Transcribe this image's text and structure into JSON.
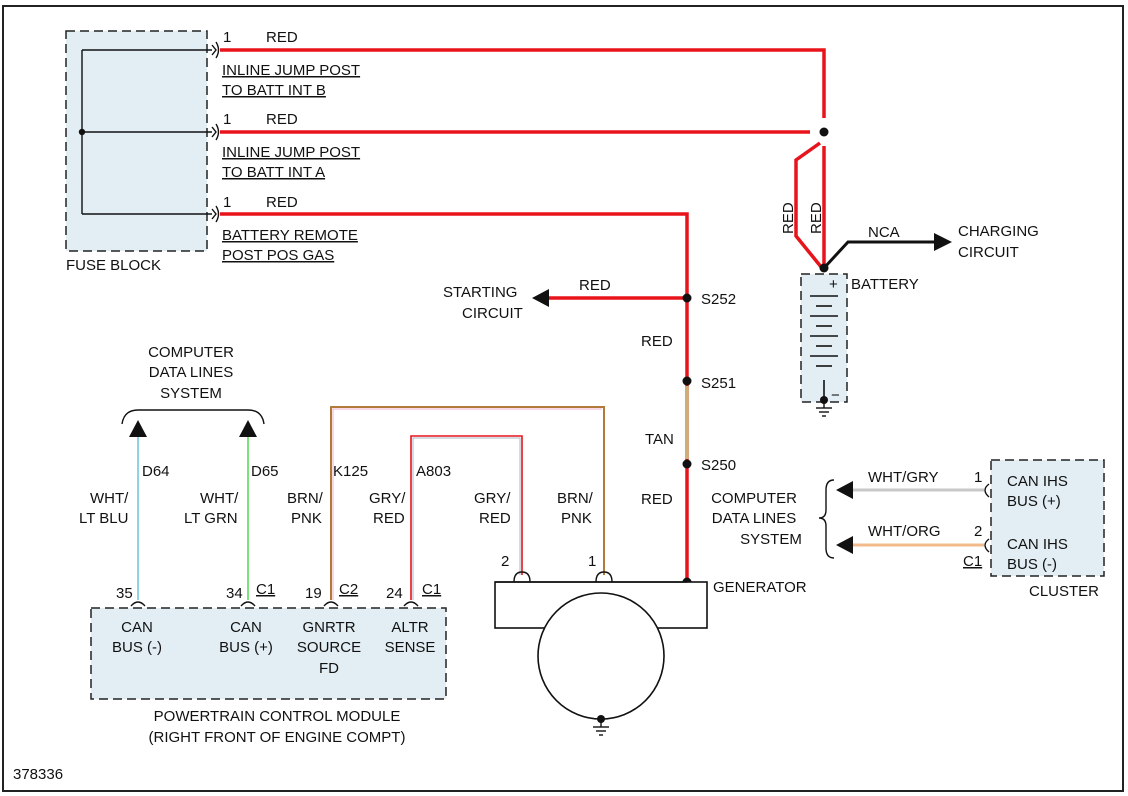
{
  "figure_id": "378336",
  "fuse_block": {
    "label": "FUSE BLOCK",
    "circuits": [
      {
        "pin": "1",
        "color": "RED",
        "line1": "INLINE JUMP POST",
        "line2": "TO BATT INT B"
      },
      {
        "pin": "1",
        "color": "RED",
        "line1": "INLINE JUMP POST",
        "line2": "TO BATT INT A"
      },
      {
        "pin": "1",
        "color": "RED",
        "line1": "BATTERY REMOTE",
        "line2": "POST POS GAS"
      }
    ]
  },
  "battery": {
    "label": "BATTERY",
    "plus": "+",
    "minus": "−",
    "wire_a": "RED",
    "wire_b": "RED"
  },
  "charging": {
    "wire": "NCA",
    "line1": "CHARGING",
    "line2": "CIRCUIT"
  },
  "starting": {
    "wire": "RED",
    "line1": "STARTING",
    "line2": "CIRCUIT"
  },
  "splices": {
    "s252": "S252",
    "s251": "S251",
    "s250": "S250",
    "seg1": "RED",
    "seg2": "TAN",
    "seg3": "RED"
  },
  "generator": {
    "label": "GENERATOR",
    "pin2": "2",
    "pin1": "1"
  },
  "data_lines_left": {
    "line1": "COMPUTER",
    "line2": "DATA LINES",
    "line3": "SYSTEM"
  },
  "data_lines_right": {
    "line1": "COMPUTER",
    "line2": "DATA LINES",
    "line3": "SYSTEM"
  },
  "wires": [
    {
      "circuit": "D64",
      "c1": "WHT/",
      "c2": "LT BLU",
      "color": "#8fd3e6"
    },
    {
      "circuit": "D65",
      "c1": "WHT/",
      "c2": "LT GRN",
      "color": "#7ee07a"
    },
    {
      "circuit": "K125",
      "c1": "BRN/",
      "c2": "PNK",
      "color": "#b07a3a"
    },
    {
      "circuit": "A803",
      "c1": "GRY/",
      "c2": "RED",
      "color": "#e8141c"
    },
    {
      "circuit": "",
      "c1": "GRY/",
      "c2": "RED",
      "color": "#e8141c"
    },
    {
      "circuit": "",
      "c1": "BRN/",
      "c2": "PNK",
      "color": "#b07a3a"
    }
  ],
  "pcm": {
    "title1": "POWERTRAIN CONTROL MODULE",
    "title2": "(RIGHT FRONT OF ENGINE COMPT)",
    "pins": [
      {
        "num": "35",
        "conn": "",
        "l1": "CAN",
        "l2": "BUS (-)",
        "l3": ""
      },
      {
        "num": "34",
        "conn": "C1",
        "l1": "CAN",
        "l2": "BUS (+)",
        "l3": ""
      },
      {
        "num": "19",
        "conn": "C2",
        "l1": "GNRTR",
        "l2": "SOURCE",
        "l3": "FD"
      },
      {
        "num": "24",
        "conn": "C1",
        "l1": "ALTR",
        "l2": "SENSE",
        "l3": ""
      }
    ]
  },
  "cluster": {
    "label": "CLUSTER",
    "conn": "C1",
    "pins": [
      {
        "num": "1",
        "wire": "WHT/GRY",
        "l1": "CAN IHS",
        "l2": "BUS (+)"
      },
      {
        "num": "2",
        "wire": "WHT/ORG",
        "l1": "CAN IHS",
        "l2": "BUS (-)"
      }
    ]
  }
}
